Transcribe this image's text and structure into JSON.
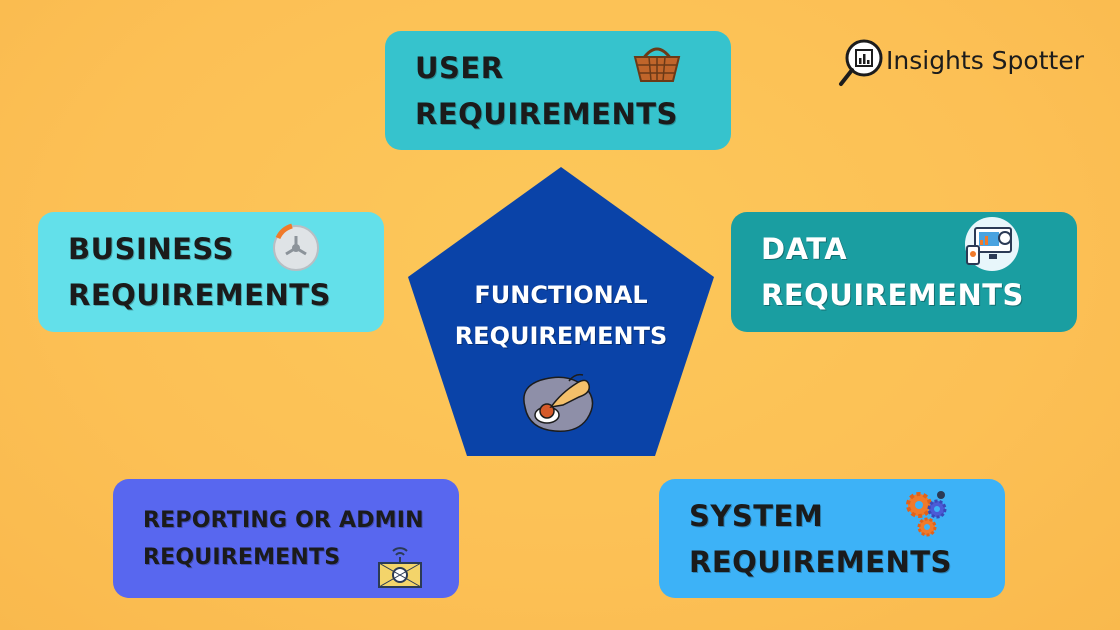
{
  "brand": {
    "name": "Insights Spotter",
    "icon": "magnifier-chart-icon"
  },
  "center": {
    "line1": "FUNCTIONAL",
    "line2": "REQUIREMENTS",
    "icon": "hand-pressing-button-icon",
    "fill": "#0a43a8"
  },
  "boxes": {
    "user": {
      "line1": "USER",
      "line2": "REQUIREMENTS",
      "icon": "basket-icon",
      "color": "#36c3cd"
    },
    "business": {
      "line1": "BUSINESS",
      "line2": "REQUIREMENTS",
      "icon": "cooling-fan-icon",
      "color": "#63e0ea"
    },
    "data": {
      "line1": "DATA",
      "line2": "REQUIREMENTS",
      "icon": "analytics-devices-icon",
      "color": "#1a9ea1"
    },
    "reporting": {
      "line1": "REPORTING OR ADMIN",
      "line2": "REQUIREMENTS",
      "icon": "control-panel-icon",
      "color": "#5867ef"
    },
    "system": {
      "line1": "SYSTEM",
      "line2": "REQUIREMENTS",
      "icon": "gears-icon",
      "color": "#3db2f7"
    }
  }
}
